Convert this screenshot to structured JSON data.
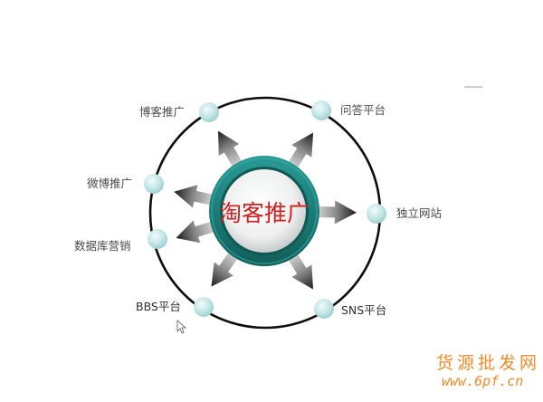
{
  "diagram": {
    "title": "淘客推广",
    "center_color": "#d02020",
    "ring_color": "#1f8580",
    "nodes": [
      {
        "id": "blog",
        "label": "博客推广"
      },
      {
        "id": "qa",
        "label": "问答平台"
      },
      {
        "id": "weibo",
        "label": "微博推广"
      },
      {
        "id": "site",
        "label": "独立网站"
      },
      {
        "id": "db",
        "label": "数据库营销"
      },
      {
        "id": "bbs",
        "label": "BBS平台"
      },
      {
        "id": "sns",
        "label": "SNS平台"
      }
    ]
  },
  "watermark": {
    "name": "货源批发网",
    "url": "www.6pf.cn",
    "color": "#f08a2a"
  }
}
